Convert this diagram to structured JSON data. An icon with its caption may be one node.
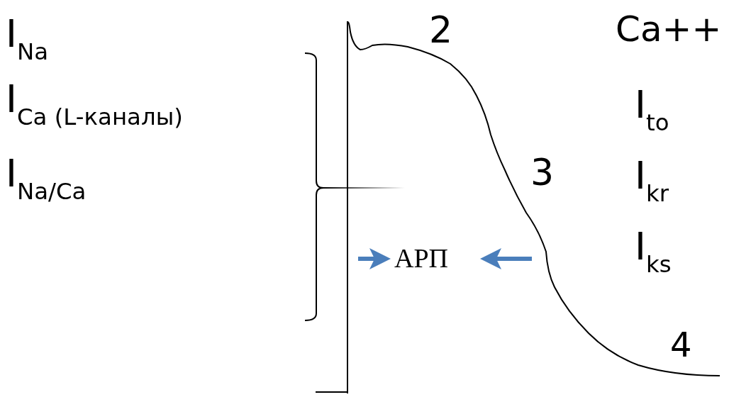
{
  "diagram": {
    "labels": [
      "I$_{Na}$",
      "2",
      "Ca++",
      "I$_{Ca (L-каналы)}$",
      "I$_{to}$",
      "I$_{Na/Ca}$",
      "3",
      "I$_{kr}$",
      "АРП",
      "I$_{ks}$",
      "4"
    ]
  }
}
